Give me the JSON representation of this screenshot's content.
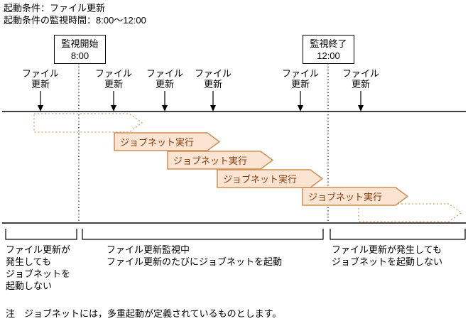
{
  "colors": {
    "banner_fill": "#FCE4D2",
    "banner_border": "#CF8E52",
    "ghost_border": "#DA9D5E",
    "banner_text": "#843C0C"
  },
  "header": {
    "line1": "起動条件：ファイル更新",
    "line2": "起動条件の監視時間：8:00～12:00"
  },
  "monitor_start": {
    "label": "監視開始",
    "time": "8:00"
  },
  "monitor_end": {
    "label": "監視終了",
    "time": "12:00"
  },
  "file_updates": [
    {
      "label": "ファイル\n更新"
    },
    {
      "label": "ファイル\n更新"
    },
    {
      "label": "ファイル\n更新"
    },
    {
      "label": "ファイル\n更新"
    },
    {
      "label": "ファイル\n更新"
    },
    {
      "label": "ファイル\n更新"
    }
  ],
  "jobnet_runs": [
    {
      "label": "ジョブネット実行"
    },
    {
      "label": "ジョブネット実行"
    },
    {
      "label": "ジョブネット実行"
    },
    {
      "label": "ジョブネット実行"
    }
  ],
  "captions": {
    "before_start": "ファイル更新が\n発生しても\nジョブネットを\n起動しない",
    "during": "ファイル更新監視中\nファイル更新のたびにジョブネットを起動",
    "after_end": "ファイル更新が発生しても\nジョブネットを起動しない"
  },
  "note": "注　ジョブネットには，多重起動が定義されているものとします。"
}
